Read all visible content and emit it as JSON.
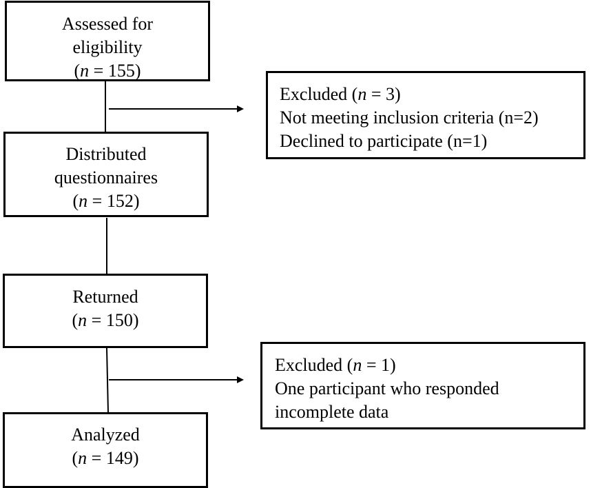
{
  "flow": {
    "assessed": {
      "title_line1": "Assessed for",
      "title_line2": "eligibility",
      "n_open": "(",
      "n_var": "n",
      "n_value": " = 155)"
    },
    "distributed": {
      "title_line1": "Distributed",
      "title_line2": "questionnaires",
      "n_open": "(",
      "n_var": "n",
      "n_value": " = 152)"
    },
    "returned": {
      "title_line1": "Returned",
      "n_open": "(",
      "n_var": "n",
      "n_value": " = 150)"
    },
    "analyzed": {
      "title_line1": "Analyzed",
      "n_open": "(",
      "n_var": "n",
      "n_value": " = 149)"
    }
  },
  "exclusions": {
    "first": {
      "label": "Excluded (",
      "n_var": "n",
      "n_value": " = 3)",
      "reason1": "Not meeting inclusion criteria (n=2)",
      "reason2": "Declined to participate (n=1)"
    },
    "second": {
      "label": "Excluded (",
      "n_var": "n",
      "n_value": " = 1)",
      "reason1": "One participant who responded",
      "reason2": "incomplete data"
    }
  }
}
